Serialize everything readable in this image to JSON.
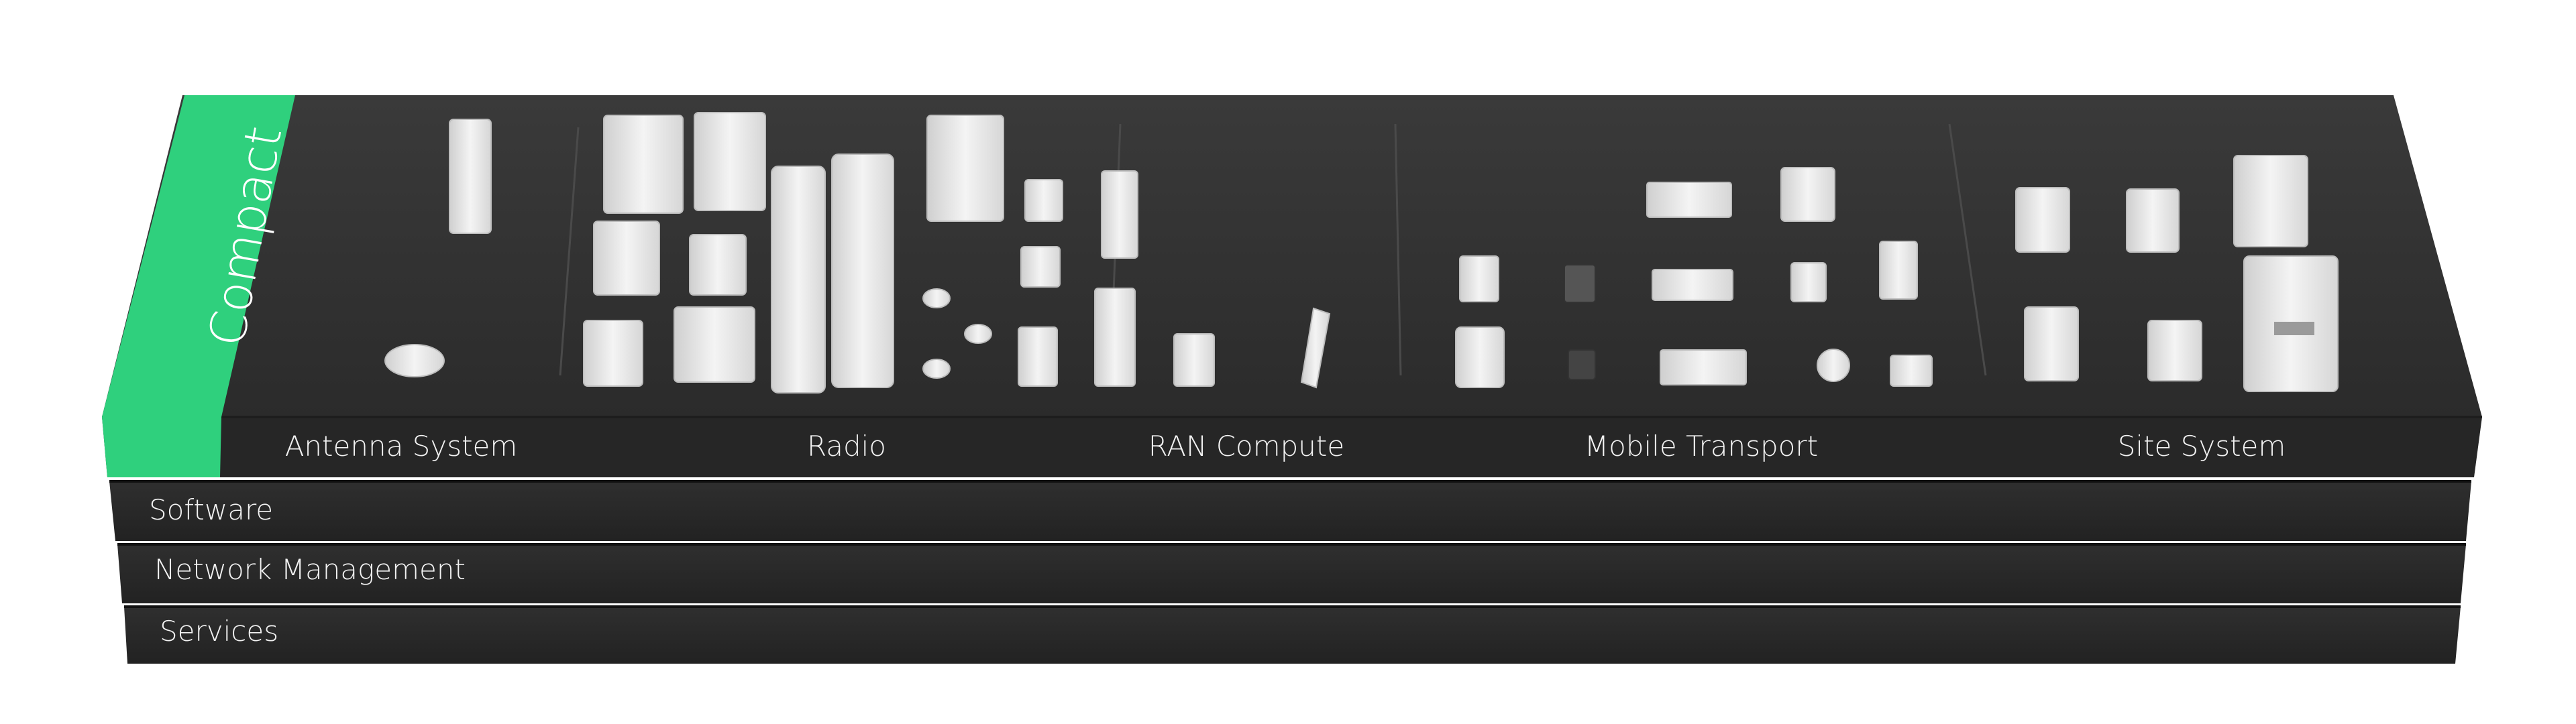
{
  "tag": {
    "label": "Compact",
    "color": "#2fd07d"
  },
  "categories": [
    {
      "label": "Antenna System"
    },
    {
      "label": "Radio"
    },
    {
      "label": "RAN Compute"
    },
    {
      "label": "Mobile Transport"
    },
    {
      "label": "Site System"
    }
  ],
  "layers": [
    {
      "label": "Software"
    },
    {
      "label": "Network Management"
    },
    {
      "label": "Services"
    }
  ],
  "colors": {
    "platform_top": "#333333",
    "platform_front": "#262626",
    "layer_fill": "#2a2a2a",
    "layer_edge": "#111111",
    "product": "#e8e8e8"
  }
}
